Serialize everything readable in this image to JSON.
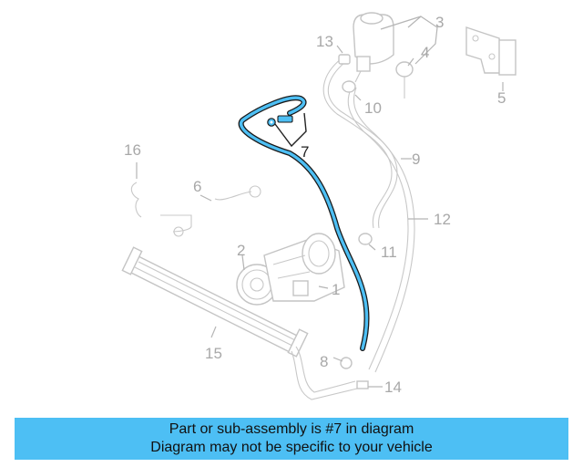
{
  "banner": {
    "line1": "Part or sub-assembly is #7 in diagram",
    "line2": "Diagram may not be specific to your vehicle"
  },
  "callouts": {
    "c1": "1",
    "c2": "2",
    "c3": "3",
    "c4": "4",
    "c5": "5",
    "c6": "6",
    "c7": "7",
    "c8": "8",
    "c9": "9",
    "c10": "10",
    "c11": "11",
    "c12": "12",
    "c13": "13",
    "c14": "14",
    "c15": "15",
    "c16": "16"
  },
  "colors": {
    "highlight_part": "#4dbff4",
    "banner_background": "#4dbff4",
    "part_lines": "#c4c4c4"
  }
}
